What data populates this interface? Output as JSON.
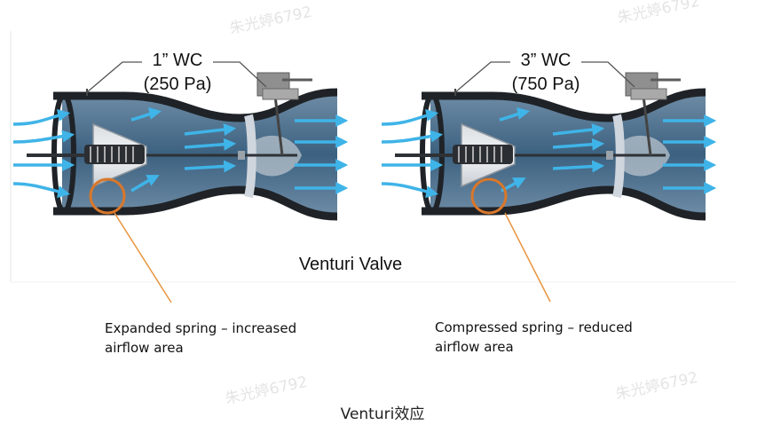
{
  "figure": {
    "left": {
      "pressure_line1": "1” WC",
      "pressure_line2": "(250 Pa)",
      "caption_line1": "Expanded spring – increased",
      "caption_line2": "airflow area"
    },
    "right": {
      "pressure_line1": "3” WC",
      "pressure_line2": "(750 Pa)",
      "caption_line1": "Compressed spring – reduced",
      "caption_line2": "airflow area"
    },
    "title": "Venturi Valve"
  },
  "caption": "Venturi效应",
  "watermark": "朱光婷6792",
  "colors": {
    "arrow": "#3fb4e8",
    "highlight_circle": "#d9772a",
    "pointer_line": "#e8953f",
    "duct_dark": "#1f2327",
    "duct_interior": "#4a6f8c"
  }
}
